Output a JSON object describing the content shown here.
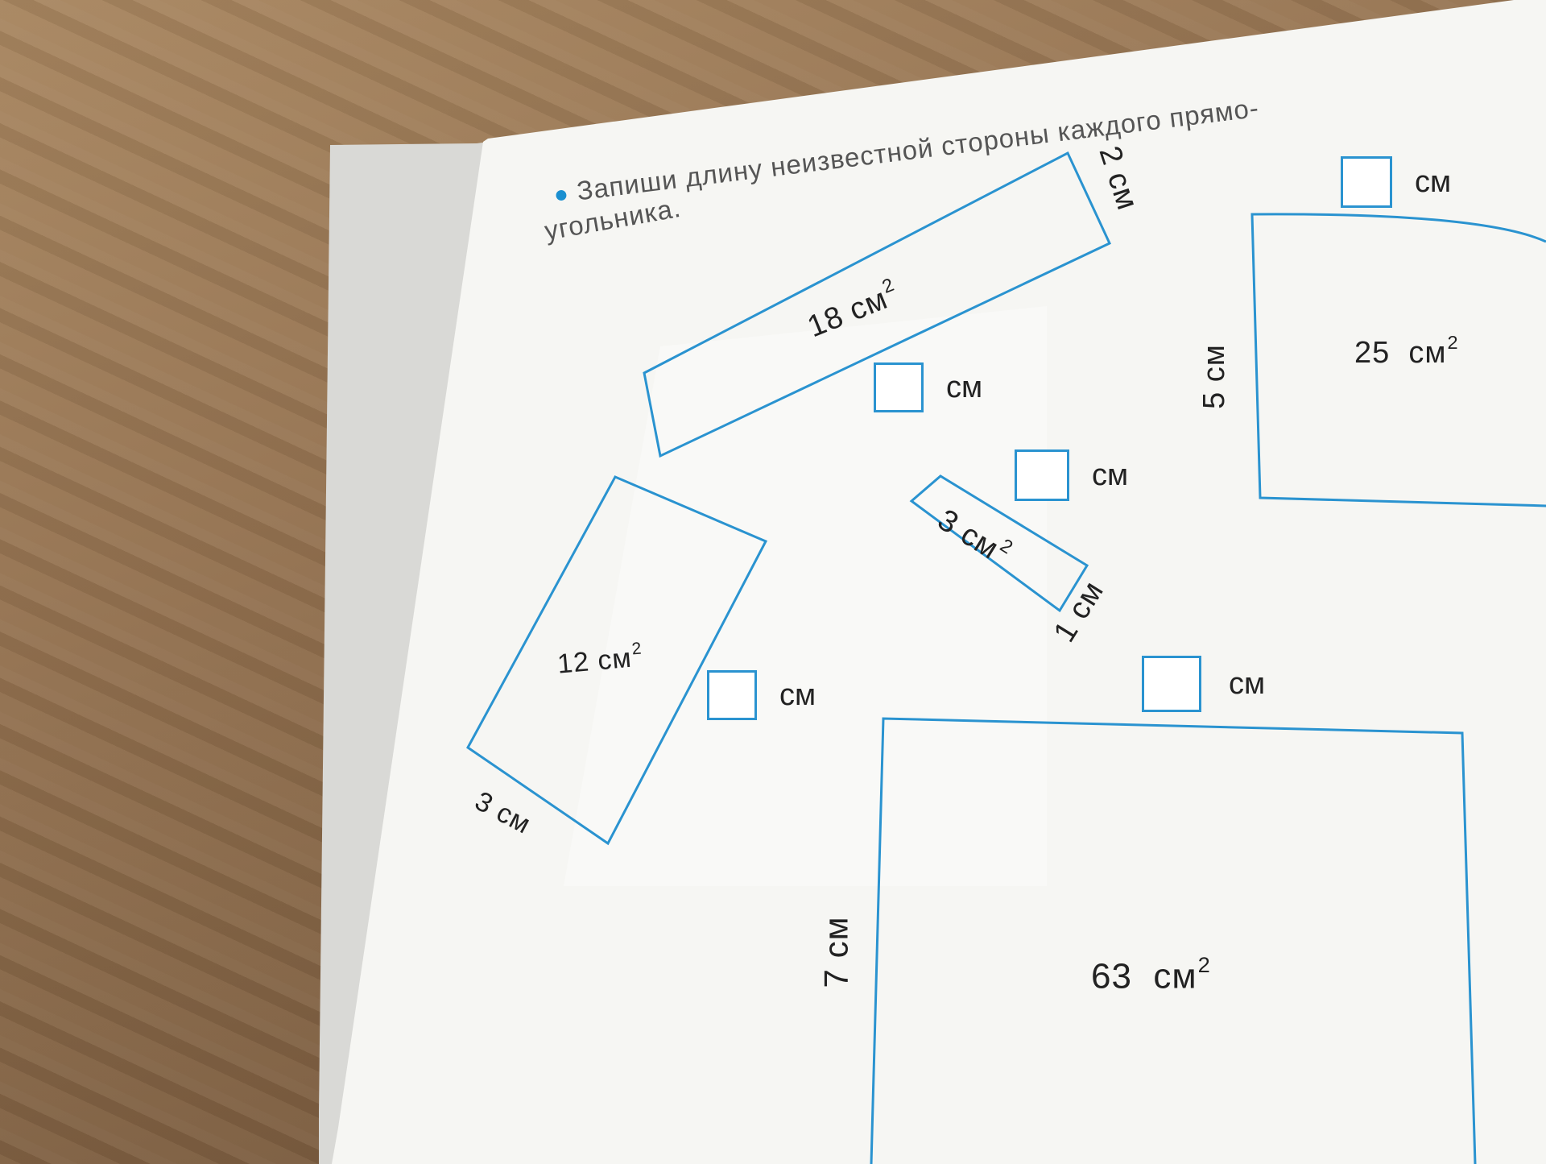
{
  "instruction": {
    "line1": "Запиши длину неизвестной стороны каждого прямо-",
    "line2": "угольника."
  },
  "rectangles": [
    {
      "area_value": "18",
      "unit": "см",
      "area_exp": "2",
      "known_side": "2 см",
      "unknown_unit": "см"
    },
    {
      "area_value": "25",
      "unit": "см",
      "area_exp": "2",
      "known_side": "5 см",
      "unknown_unit": "см"
    },
    {
      "area_value": "3",
      "unit": "см",
      "area_exp": "2",
      "known_side": "1 см",
      "unknown_unit": "см"
    },
    {
      "area_value": "12",
      "unit": "см",
      "area_exp": "2",
      "known_side": "3 см",
      "unknown_unit": "см"
    },
    {
      "area_value": "63",
      "unit": "см",
      "area_exp": "2",
      "known_side": "7 см",
      "unknown_unit": "см"
    }
  ],
  "colors": {
    "outline": "#2a93d0",
    "text": "#222222",
    "paper": "#f7f7f5",
    "wood": "#957351"
  }
}
